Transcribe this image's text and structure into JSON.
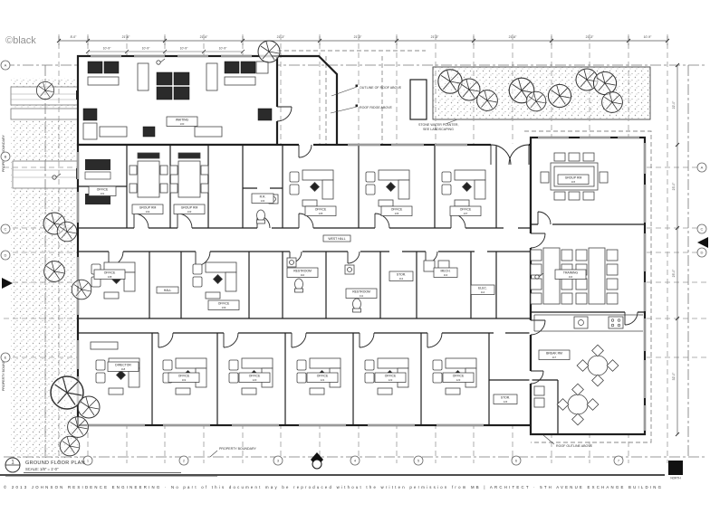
{
  "meta": {
    "watermark": "©black"
  },
  "title_block": {
    "detail_number": "1",
    "title": "GROUND FLOOR PLAN",
    "scale": "SCALE: 1/8\" = 1'-0\""
  },
  "plan": {
    "rooms": [
      {
        "label": "WAITING",
        "number": "100"
      },
      {
        "label": "OFFICE",
        "number": "101"
      },
      {
        "label": "GROUP RM",
        "number": "102"
      },
      {
        "label": "GROUP RM",
        "number": "103"
      },
      {
        "label": "R.R.",
        "number": "104"
      },
      {
        "label": "OFFICE",
        "number": "105"
      },
      {
        "label": "OFFICE",
        "number": "106"
      },
      {
        "label": "OFFICE",
        "number": "107"
      },
      {
        "label": "WEST HALL",
        "number": ""
      },
      {
        "label": "OFFICE",
        "number": "108"
      },
      {
        "label": "HALL",
        "number": ""
      },
      {
        "label": "OFFICE",
        "number": "109"
      },
      {
        "label": "RESTROOM",
        "number": "110"
      },
      {
        "label": "RESTROOM",
        "number": "111"
      },
      {
        "label": "STOR.",
        "number": "112"
      },
      {
        "label": "MECH.",
        "number": "113"
      },
      {
        "label": "ELEC.",
        "number": "114"
      },
      {
        "label": "GROUP RM",
        "number": "115"
      },
      {
        "label": "TRAINING",
        "number": "116"
      },
      {
        "label": "BREAK RM",
        "number": "117"
      },
      {
        "label": "DIRECTOR",
        "number": "118"
      },
      {
        "label": "OFFICE",
        "number": "119"
      },
      {
        "label": "OFFICE",
        "number": "120"
      },
      {
        "label": "OFFICE",
        "number": "121"
      },
      {
        "label": "OFFICE",
        "number": "122"
      },
      {
        "label": "OFFICE",
        "number": "123"
      },
      {
        "label": "STOR.",
        "number": "124"
      }
    ],
    "annotations": {
      "roof_outline": "OUTLINE OF ROOF ABOVE",
      "roof_ridge": "ROOF RIDGE ABOVE",
      "planter_1": "STONE WATER PLANTER,",
      "planter_2": "SEE LANDSCAPING",
      "property_boundary": "PROPERTY BOUNDARY",
      "property_boundary_left_1": "PROPERTY BOUNDARY",
      "property_boundary_left_2": "PROPERTY BOUNDARY",
      "roof_outline_br": "ROOF OUTLINE ABOVE"
    },
    "dims_top": [
      "8'-0\"",
      "21'-6\"",
      "21'-6\"",
      "21'-3\"",
      "21'-3\"",
      "21'-3\"",
      "21'-6\"",
      "21'-3\"",
      "10'-9\""
    ],
    "dims_top2": [
      "10'-9\"",
      "10'-9\"",
      "10'-9\"",
      "10'-9\""
    ],
    "dims_right": [
      "22'-0\"",
      "23'-0\"",
      "25'-0\"",
      "32'-0\""
    ],
    "grid_bubbles": {
      "bottom": [
        "1",
        "2",
        "3",
        "4",
        "5",
        "6",
        "7"
      ],
      "left": [
        "A",
        "B",
        "C",
        "D",
        "E"
      ],
      "right": [
        "A",
        "C",
        "D"
      ]
    }
  },
  "footer": {
    "north_label": "NORTH",
    "copyright": "© 2013 JOHNSON RESIDENCE ENGINEERING · No part of this document may be reproduced without the written permission from MB | ARCHITECT · 5TH AVENUE EXCHANGE BUILDING"
  }
}
